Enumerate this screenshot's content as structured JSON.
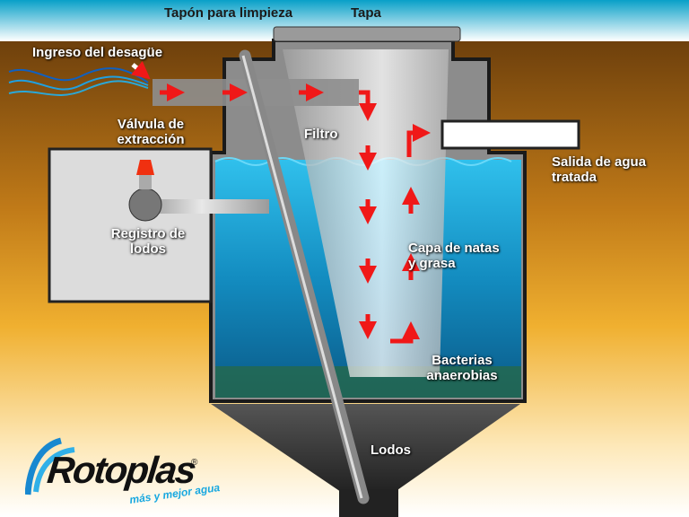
{
  "labels": {
    "cleaning_plug": "Tapón para limpieza",
    "lid": "Tapa",
    "inlet": "Ingreso del desagüe",
    "valve": "Válvula de extracción",
    "filter": "Filtro",
    "outlet": "Salida de agua tratada",
    "sludge_register": "Registro de lodos",
    "scum_layer": "Capa de natas y grasa",
    "bacteria": "Bacterias anaerobias",
    "sludge": "Lodos"
  },
  "logo": {
    "name": "Rotoplas",
    "tagline": "más y mejor agua",
    "registered": "®"
  },
  "colors": {
    "arrow": "#f01818",
    "water": "#1aa6d8",
    "soil": "#c07a18",
    "sky": "#10a8cc"
  }
}
